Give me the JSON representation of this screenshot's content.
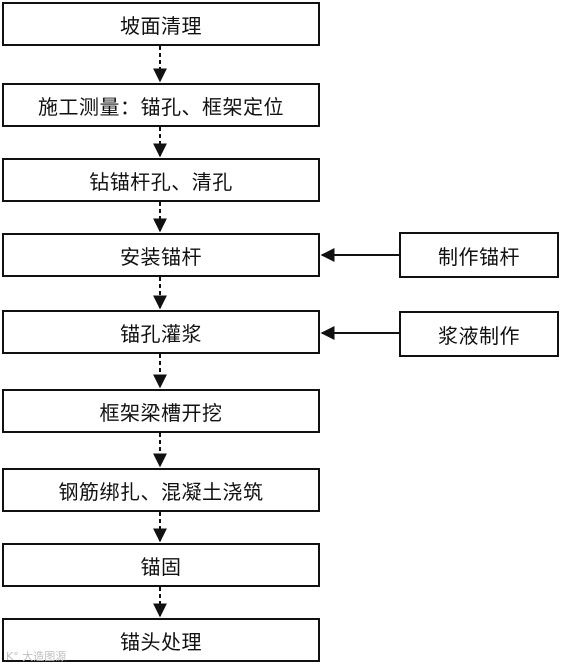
{
  "flow": {
    "steps": [
      "坡面清理",
      "施工测量：锚孔、框架定位",
      "钻锚杆孔、清孔",
      "安装锚杆",
      "锚孔灌浆",
      "框架梁槽开挖",
      "钢筋绑扎、混凝土浇筑",
      "锚固",
      "锚头处理"
    ],
    "side_inputs": [
      {
        "label": "制作锚杆",
        "target_step": "安装锚杆"
      },
      {
        "label": "浆液制作",
        "target_step": "锚孔灌浆"
      }
    ]
  },
  "watermark": "K° 大造图源"
}
